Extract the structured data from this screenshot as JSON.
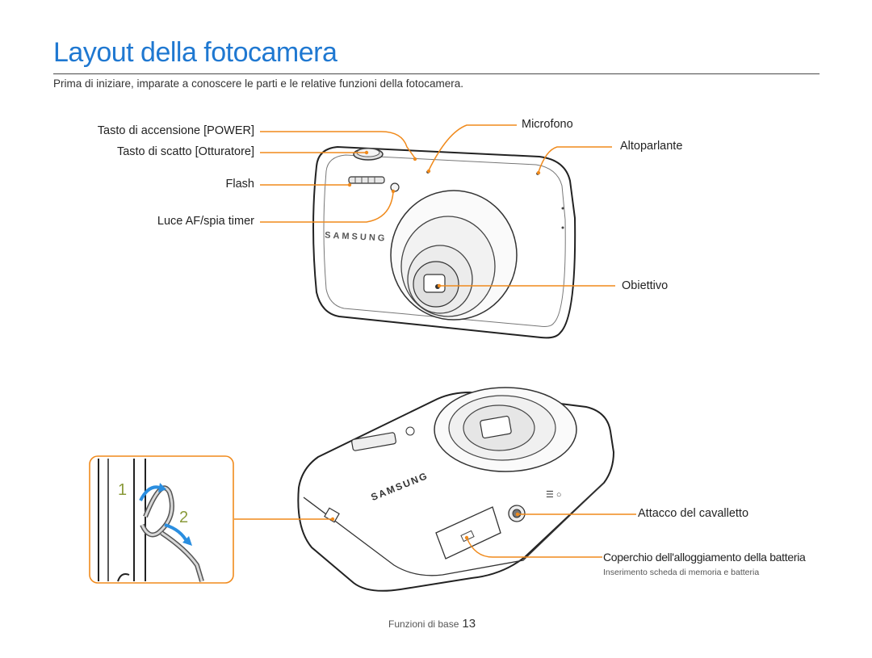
{
  "page": {
    "title": "Layout della fotocamera",
    "intro": "Prima di iniziare, imparate a conoscere le parti e le relative funzioni della fotocamera."
  },
  "front_view": {
    "brand": "SAMSUNG",
    "labels": {
      "power": "Tasto di accensione [POWER]",
      "shutter": "Tasto di scatto [Otturatore]",
      "flash": "Flash",
      "af_lamp": "Luce AF/spia timer",
      "microphone": "Microfono",
      "speaker": "Altoparlante",
      "lens": "Obiettivo"
    }
  },
  "bottom_view": {
    "brand": "SAMSUNG",
    "labels": {
      "tripod": "Attacco del cavalletto",
      "battery_cover": "Coperchio dell'alloggiamento della batteria",
      "battery_note": "Inserimento scheda di memoria e batteria"
    }
  },
  "strap_inset": {
    "step1": "1",
    "step2": "2"
  },
  "footer": {
    "section": "Funzioni di base",
    "page_number": "13"
  },
  "colors": {
    "title": "#1f78d1",
    "callout": "#f08a1c",
    "strap_arrow": "#2a8ee0",
    "step_number": "#8a9a3a"
  }
}
